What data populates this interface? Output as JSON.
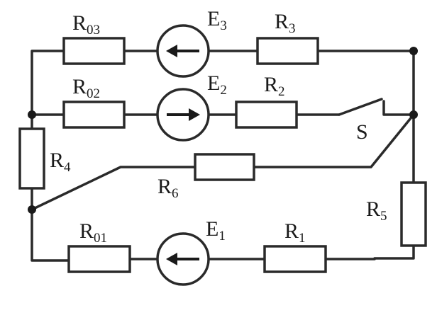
{
  "diagram": {
    "type": "electrical-circuit",
    "components": {
      "R03": {
        "name": "R",
        "sub": "03"
      },
      "E3": {
        "name": "E",
        "sub": "3",
        "direction": "left"
      },
      "R3": {
        "name": "R",
        "sub": "3"
      },
      "R02": {
        "name": "R",
        "sub": "02"
      },
      "E2": {
        "name": "E",
        "sub": "2",
        "direction": "right"
      },
      "R2": {
        "name": "R",
        "sub": "2"
      },
      "S": {
        "name": "S",
        "state": "open"
      },
      "R4": {
        "name": "R",
        "sub": "4"
      },
      "R6": {
        "name": "R",
        "sub": "6"
      },
      "R5": {
        "name": "R",
        "sub": "5"
      },
      "R01": {
        "name": "R",
        "sub": "01"
      },
      "E1": {
        "name": "E",
        "sub": "1",
        "direction": "left"
      },
      "R1": {
        "name": "R",
        "sub": "1"
      }
    }
  },
  "colors": {
    "line": "#2a2a2a",
    "background": "#ffffff"
  }
}
